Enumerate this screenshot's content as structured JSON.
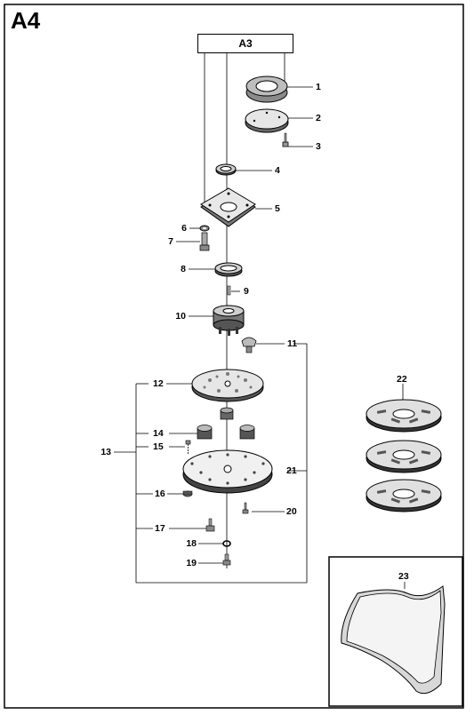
{
  "page": {
    "section_label": "A4",
    "reference_label": "A3"
  },
  "callouts": [
    "1",
    "2",
    "3",
    "4",
    "5",
    "6",
    "7",
    "8",
    "9",
    "10",
    "11",
    "12",
    "13",
    "14",
    "15",
    "16",
    "17",
    "18",
    "19",
    "20",
    "21",
    "22",
    "23"
  ],
  "parts": [
    {
      "id": "1",
      "name": "top-ring-icon"
    },
    {
      "id": "2",
      "name": "cover-plate-icon"
    },
    {
      "id": "3",
      "name": "screw-icon"
    },
    {
      "id": "4",
      "name": "seal-ring-icon"
    },
    {
      "id": "5",
      "name": "bearing-plate-icon"
    },
    {
      "id": "6",
      "name": "washer-icon"
    },
    {
      "id": "7",
      "name": "bolt-icon"
    },
    {
      "id": "8",
      "name": "retaining-ring-icon"
    },
    {
      "id": "9",
      "name": "pin-icon"
    },
    {
      "id": "10",
      "name": "hub-icon"
    },
    {
      "id": "11",
      "name": "plug-icon"
    },
    {
      "id": "12",
      "name": "upper-disc-icon"
    },
    {
      "id": "13",
      "name": "assembly-bracket"
    },
    {
      "id": "14",
      "name": "rubber-bushing-icon"
    },
    {
      "id": "15",
      "name": "small-screw-icon"
    },
    {
      "id": "16",
      "name": "nut-icon"
    },
    {
      "id": "17",
      "name": "bolt-icon"
    },
    {
      "id": "18",
      "name": "washer-icon"
    },
    {
      "id": "19",
      "name": "screw-icon"
    },
    {
      "id": "20",
      "name": "screw-icon"
    },
    {
      "id": "21",
      "name": "carrier-plate-icon"
    },
    {
      "id": "22",
      "name": "grinding-disc-icon"
    },
    {
      "id": "23",
      "name": "pad-icon"
    }
  ]
}
